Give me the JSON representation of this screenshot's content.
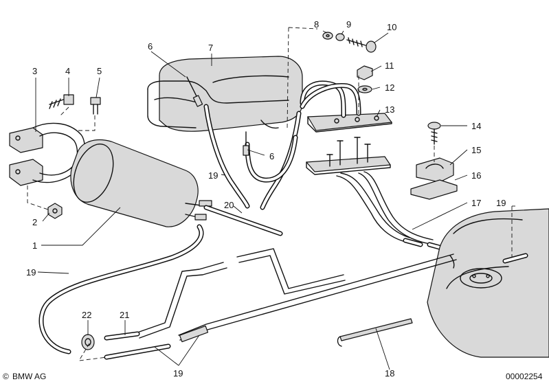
{
  "diagram": {
    "labels": [
      {
        "id": "l1",
        "text": "1"
      },
      {
        "id": "l2",
        "text": "2"
      },
      {
        "id": "l3",
        "text": "3"
      },
      {
        "id": "l4",
        "text": "4"
      },
      {
        "id": "l5",
        "text": "5"
      },
      {
        "id": "l6a",
        "text": "6"
      },
      {
        "id": "l6b",
        "text": "6"
      },
      {
        "id": "l7",
        "text": "7"
      },
      {
        "id": "l8",
        "text": "8"
      },
      {
        "id": "l9",
        "text": "9"
      },
      {
        "id": "l10",
        "text": "10"
      },
      {
        "id": "l11",
        "text": "11"
      },
      {
        "id": "l12",
        "text": "12"
      },
      {
        "id": "l13",
        "text": "13"
      },
      {
        "id": "l14",
        "text": "14"
      },
      {
        "id": "l15",
        "text": "15"
      },
      {
        "id": "l16",
        "text": "16"
      },
      {
        "id": "l17",
        "text": "17"
      },
      {
        "id": "l18",
        "text": "18"
      },
      {
        "id": "l19a",
        "text": "19"
      },
      {
        "id": "l19b",
        "text": "19"
      },
      {
        "id": "l19c",
        "text": "19"
      },
      {
        "id": "l19d",
        "text": "19"
      },
      {
        "id": "l20",
        "text": "20"
      },
      {
        "id": "l21",
        "text": "21"
      },
      {
        "id": "l22",
        "text": "22"
      }
    ],
    "brand": "BMW AG",
    "copyright_symbol": "©",
    "diagram_number": "00002254",
    "colors": {
      "line": "#111111",
      "shade": "#d9d9d9",
      "background": "#ffffff"
    }
  }
}
